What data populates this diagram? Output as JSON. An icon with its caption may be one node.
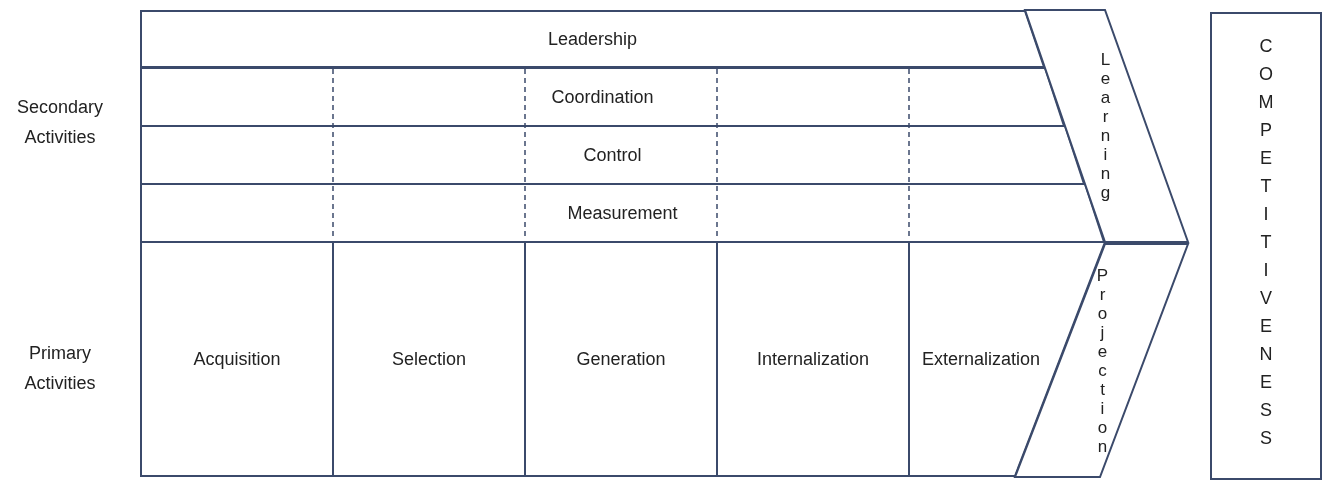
{
  "diagram": {
    "nodes": [
      {
        "text": [
          "Leadership"
        ]
      },
      {
        "text": [
          "Coordination"
        ]
      },
      {
        "text": [
          "Control"
        ]
      },
      {
        "text": [
          "Measurement"
        ]
      },
      {
        "text": [
          "Acquisition"
        ]
      },
      {
        "text": [
          "Selection"
        ]
      },
      {
        "text": [
          "Generation"
        ]
      },
      {
        "text": [
          "Internalization"
        ]
      },
      {
        "text": [
          "Externalization"
        ]
      },
      {
        "text": [
          "Learning"
        ]
      },
      {
        "text": [
          "Projection"
        ]
      },
      {
        "text": [
          "COMPETITIVENESS"
        ]
      }
    ],
    "labels": [
      "Secondary Activities",
      "Primary Activities"
    ]
  }
}
